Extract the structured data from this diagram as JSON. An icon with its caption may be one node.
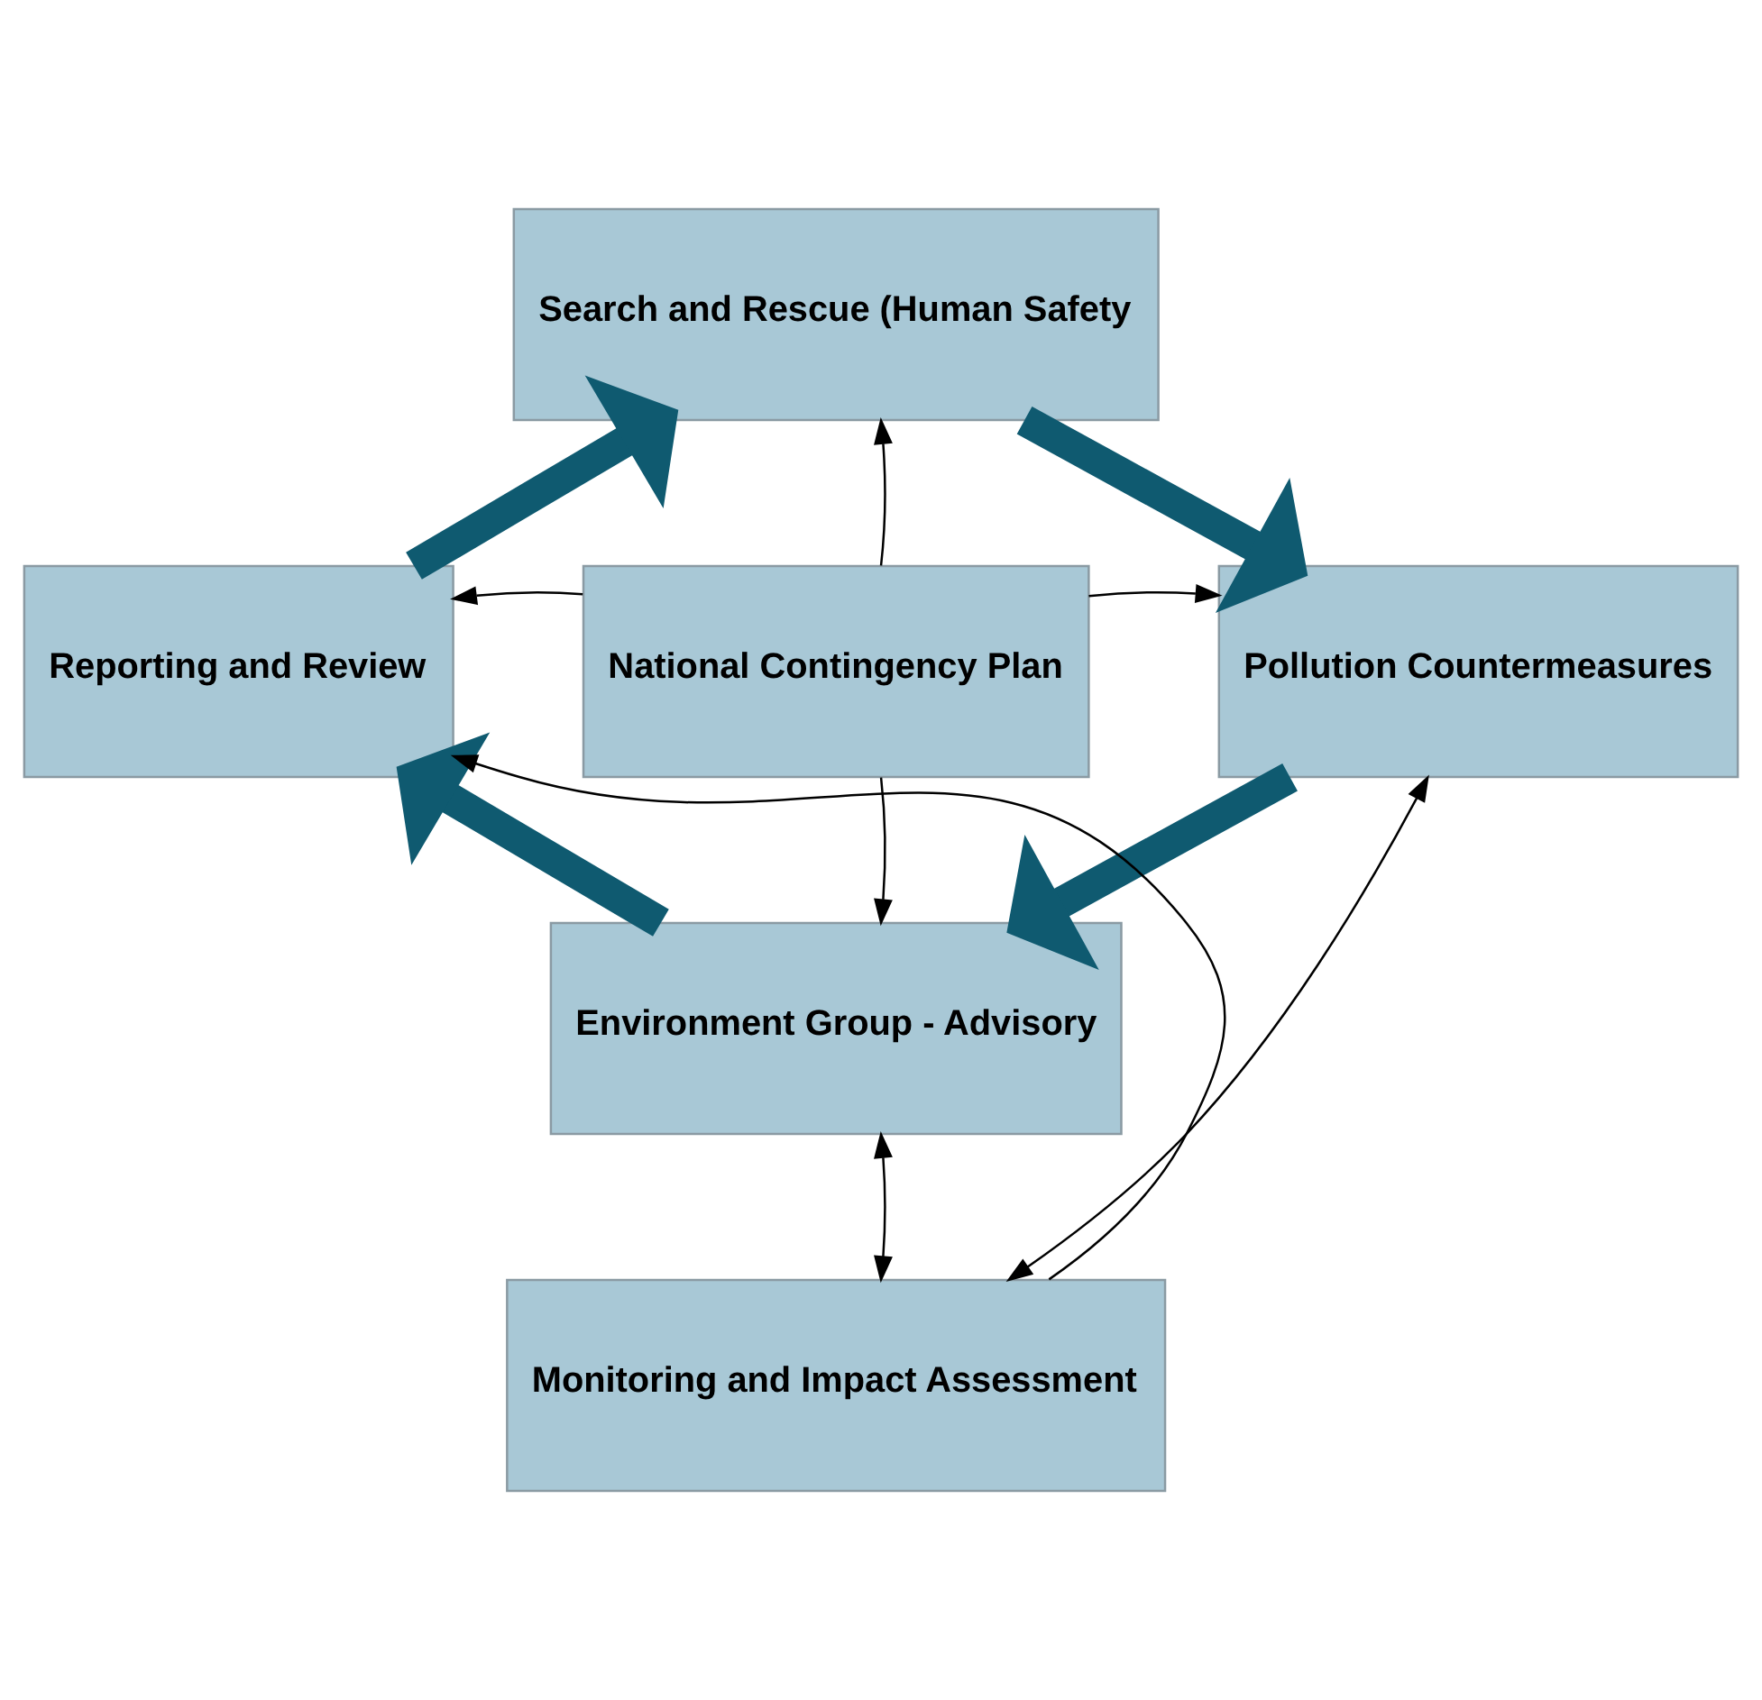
{
  "diagram": {
    "nodes": [
      {
        "text": [
          "Search and Rescue (Human Safety"
        ]
      },
      {
        "text": [
          "Reporting and Review"
        ]
      },
      {
        "text": [
          "National Contingency Plan"
        ]
      },
      {
        "text": [
          "Pollution Countermeasures"
        ]
      },
      {
        "text": [
          "Environment Group - Advisory"
        ]
      },
      {
        "text": [
          "Monitoring and Impact Assessment"
        ]
      }
    ],
    "edges": [
      {
        "from": 2,
        "to": 0,
        "arrow": "to"
      },
      {
        "from": 2,
        "to": 1,
        "arrow": "to"
      },
      {
        "from": 2,
        "to": 3,
        "arrow": "to"
      },
      {
        "from": 2,
        "to": 4,
        "arrow": "to"
      },
      {
        "from": 4,
        "to": 5,
        "arrow": "both"
      },
      {
        "from": 5,
        "to": 1,
        "arrow": "to"
      },
      {
        "from": 3,
        "to": 5,
        "arrow": "both"
      },
      {
        "from": 1,
        "to": 0,
        "arrow": "to",
        "style": "thick",
        "color": "#0f5a70"
      },
      {
        "from": 0,
        "to": 3,
        "arrow": "to",
        "style": "thick",
        "color": "#0f5a70"
      },
      {
        "from": 3,
        "to": 4,
        "arrow": "to",
        "style": "thick",
        "color": "#0f5a70"
      },
      {
        "from": 4,
        "to": 1,
        "arrow": "to",
        "style": "thick",
        "color": "#0f5a70"
      }
    ]
  }
}
